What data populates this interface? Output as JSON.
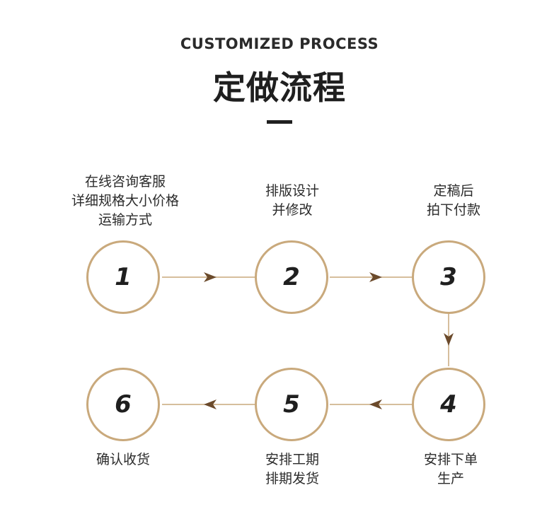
{
  "header": {
    "subtitle": "CUSTOMIZED PROCESS",
    "title": "定做流程"
  },
  "colors": {
    "circle_border": "#c9a97c",
    "connector": "#c9a97c",
    "arrow": "#6b4a2b",
    "text": "#2b2b2b"
  },
  "steps": [
    {
      "number": "1",
      "lines": [
        "在线咨询客服",
        "详细规格大小价格",
        "运输方式"
      ]
    },
    {
      "number": "2",
      "lines": [
        "排版设计",
        "并修改"
      ]
    },
    {
      "number": "3",
      "lines": [
        "定稿后",
        "拍下付款"
      ]
    },
    {
      "number": "4",
      "lines": [
        "安排下单",
        "生产"
      ]
    },
    {
      "number": "5",
      "lines": [
        "安排工期",
        "排期发货"
      ]
    },
    {
      "number": "6",
      "lines": [
        "确认收货"
      ]
    }
  ]
}
